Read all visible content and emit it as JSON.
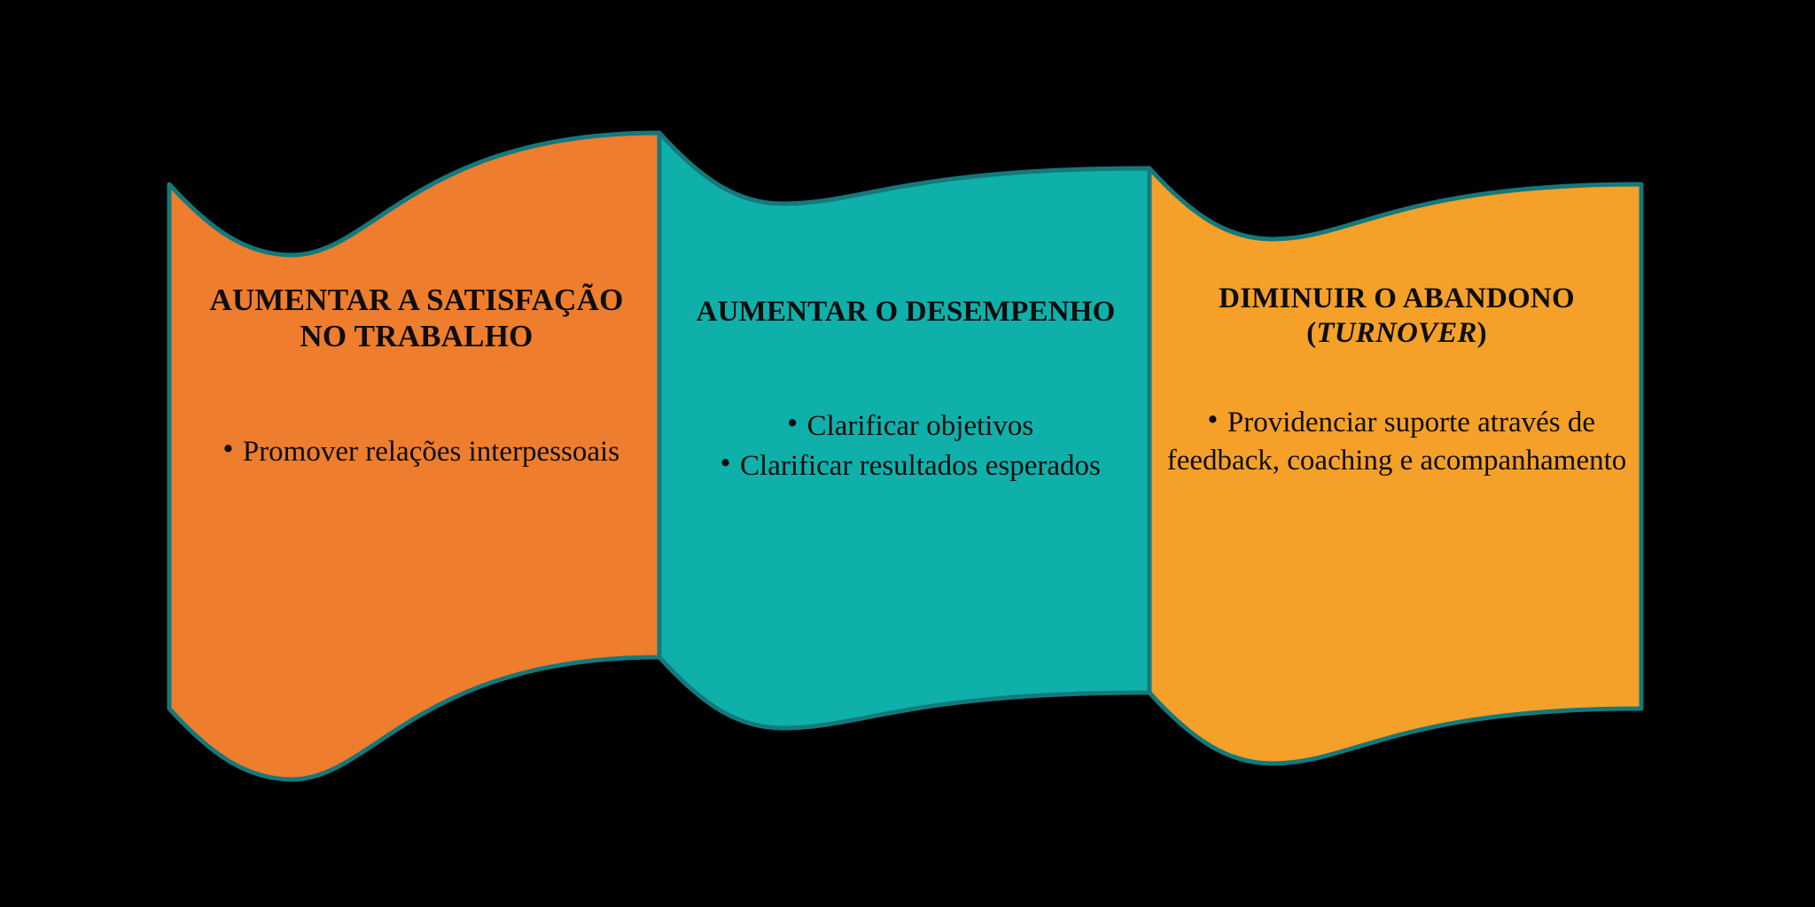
{
  "diagram": {
    "title_hidden": "",
    "background_color": "#000000",
    "stroke_color": "#14797C",
    "panels": [
      {
        "id": "satisfacao",
        "fill_color": "#EE7D2E",
        "title": "AUMENTAR A SATISFAÇÃO NO TRABALHO",
        "title_line1": "AUMENTAR A SATISFAÇÃO",
        "title_line2": "NO TRABALHO",
        "title_emphasis": "",
        "bullet_glyph": "•",
        "bullets": [
          "Promover relações interpessoais"
        ]
      },
      {
        "id": "desempenho",
        "fill_color": "#0FB0AA",
        "title": "AUMENTAR O DESEMPENHO",
        "title_line1": "AUMENTAR O DESEMPENHO",
        "title_line2": "",
        "title_emphasis": "",
        "bullet_glyph": "•",
        "bullets": [
          "Clarificar objetivos",
          "Clarificar resultados esperados"
        ]
      },
      {
        "id": "abandono",
        "fill_color": "#F5A028",
        "title": "DIMINUIR O ABANDONO (TURNOVER)",
        "title_line1": "DIMINUIR O ABANDONO",
        "title_line2_prefix": "(",
        "title_emphasis": "TURNOVER",
        "title_line2_suffix": ")",
        "bullet_glyph": "•",
        "bullets": [
          "Providenciar suporte através de feedback, coaching e acompanhamento"
        ]
      }
    ]
  }
}
